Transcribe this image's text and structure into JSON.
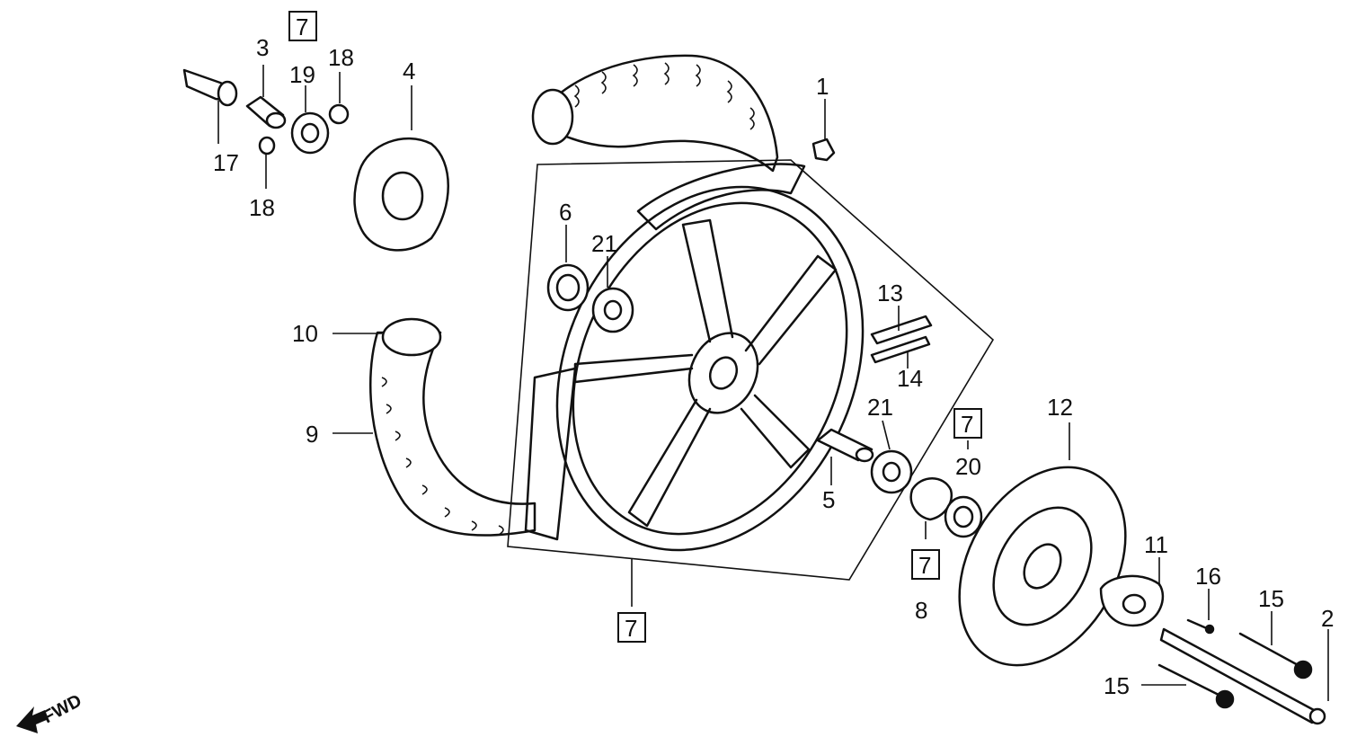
{
  "callouts": {
    "c1": "1",
    "c2": "2",
    "c3": "3",
    "c4": "4",
    "c5": "5",
    "c6": "6",
    "c7_top": "7",
    "c7_right": "7",
    "c7_bottom": "7",
    "c7_lower": "7",
    "c8": "8",
    "c9": "9",
    "c10": "10",
    "c11": "11",
    "c12": "12",
    "c13": "13",
    "c14": "14",
    "c15a": "15",
    "c15b": "15",
    "c16": "16",
    "c17": "17",
    "c18a": "18",
    "c18b": "18",
    "c19": "19",
    "c20": "20",
    "c21a": "21",
    "c21b": "21"
  },
  "direction": {
    "label": "FWD"
  },
  "icons": {
    "tire": "tire-icon",
    "wheel": "wheel-icon",
    "disc": "brake-disc-icon",
    "arrow": "forward-arrow-icon"
  },
  "colors": {
    "ink": "#111111",
    "paper": "#ffffff"
  }
}
